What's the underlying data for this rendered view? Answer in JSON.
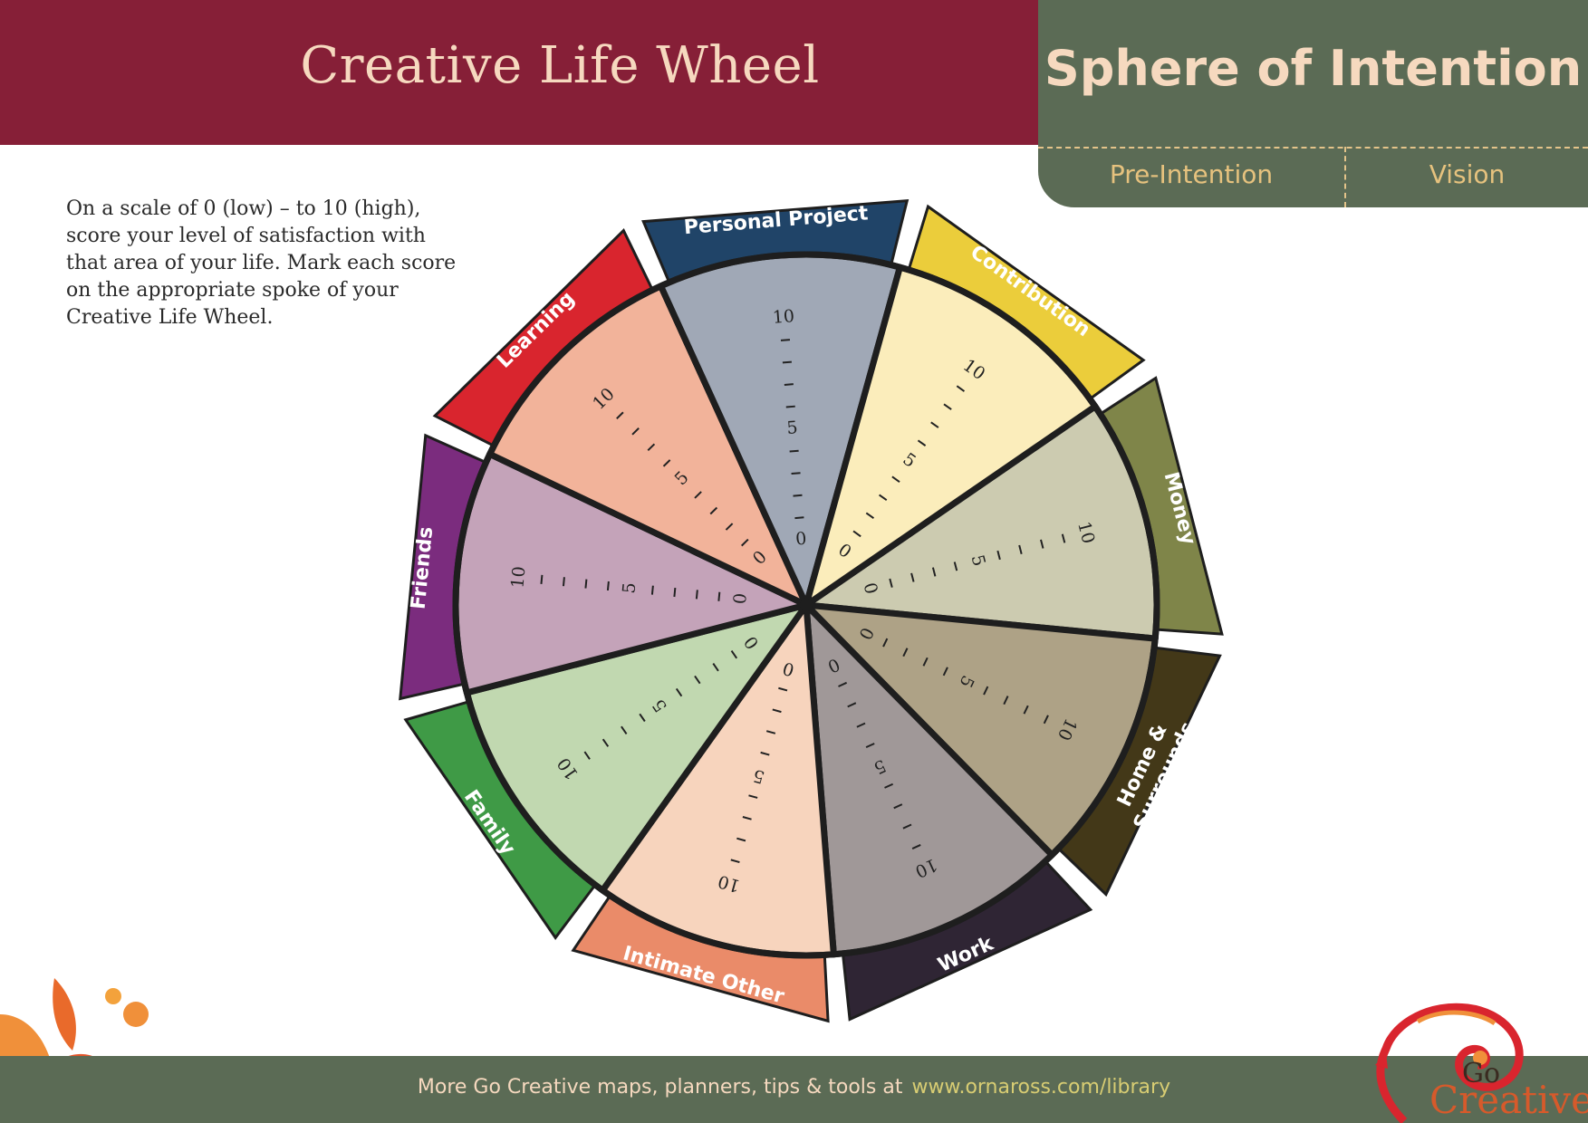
{
  "header": {
    "title": "Creative Life Wheel",
    "sphere_title": "Sphere of Intention",
    "tabs": [
      "Pre-Intention",
      "Vision"
    ]
  },
  "instructions": "On a scale of 0 (low) – to 10 (high), score your level of satisfaction with that area of your life. Mark each score on the appropriate spoke of your Creative Life Wheel.",
  "scale": {
    "min": "0",
    "mid": "5",
    "max": "10",
    "steps": 10
  },
  "segments": [
    {
      "label": "Money",
      "fill": "#cccbb0",
      "tab": "#7f8549"
    },
    {
      "label": "Home & Surrounds",
      "fill": "#aea286",
      "tab": "#433818"
    },
    {
      "label": "Work",
      "fill": "#a09898",
      "tab": "#2f2534"
    },
    {
      "label": "Intimate Other",
      "fill": "#f7d4bd",
      "tab": "#ea8b69"
    },
    {
      "label": "Family",
      "fill": "#c1d8b0",
      "tab": "#3f9a46"
    },
    {
      "label": "Friends",
      "fill": "#c4a3b9",
      "tab": "#7b2c7e"
    },
    {
      "label": "Learning",
      "fill": "#f2b39a",
      "tab": "#d9252e"
    },
    {
      "label": "Personal Project",
      "fill": "#a0a8b6",
      "tab": "#204468"
    },
    {
      "label": "Contribution",
      "fill": "#fbedbb",
      "tab": "#ebcd3b"
    }
  ],
  "colors": {
    "header_red": "#861f37",
    "sage": "#5b6b55",
    "cream": "#f6d9bf",
    "gold": "#e6c27e"
  },
  "footer": {
    "text": "More Go Creative maps, planners, tips & tools at",
    "link": "www.ornaross.com/library"
  },
  "logo": {
    "line1": "Go",
    "line2": "Creative"
  }
}
